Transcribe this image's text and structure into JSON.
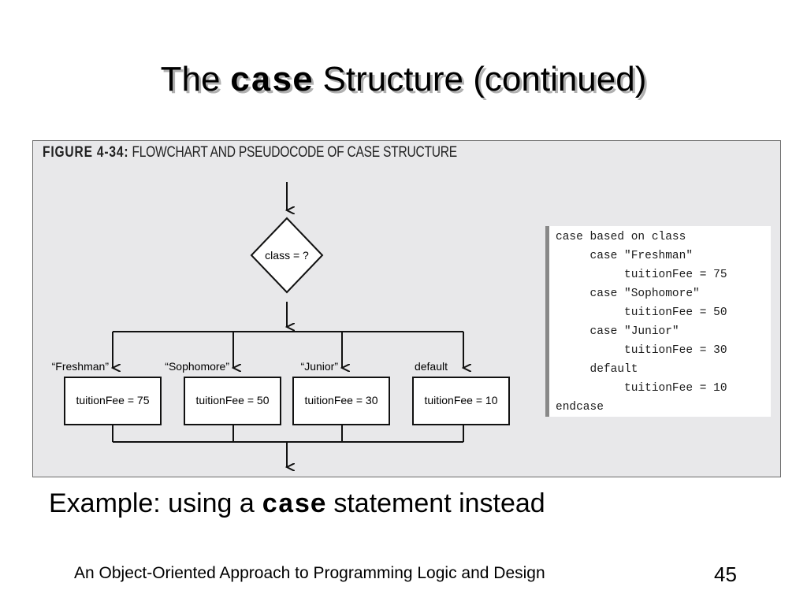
{
  "slide": {
    "title_before": "The ",
    "title_code": "case",
    "title_after": " Structure (continued)",
    "example_before": "Example:  using a ",
    "example_code": "case",
    "example_after": " statement instead",
    "footer": "An Object-Oriented Approach to Programming Logic and Design",
    "page_number": "45"
  },
  "figure": {
    "number": "FIGURE 4-34:",
    "caption": "FLOWCHART AND PSEUDOCODE OF CASE STRUCTURE",
    "decision": "class = ?",
    "branches": [
      {
        "label": "“Freshman”",
        "action": "tuitionFee = 75"
      },
      {
        "label": "“Sophomore”",
        "action": "tuitionFee = 50"
      },
      {
        "label": "“Junior”",
        "action": "tuitionFee = 30"
      },
      {
        "label": "default",
        "action": "tuitionFee = 10"
      }
    ],
    "pseudocode": [
      "case based on class",
      "     case \"Freshman\"",
      "          tuitionFee = 75",
      "     case \"Sophomore\"",
      "          tuitionFee = 50",
      "     case \"Junior\"",
      "          tuitionFee = 30",
      "     default",
      "          tuitionFee = 10",
      "endcase"
    ]
  }
}
